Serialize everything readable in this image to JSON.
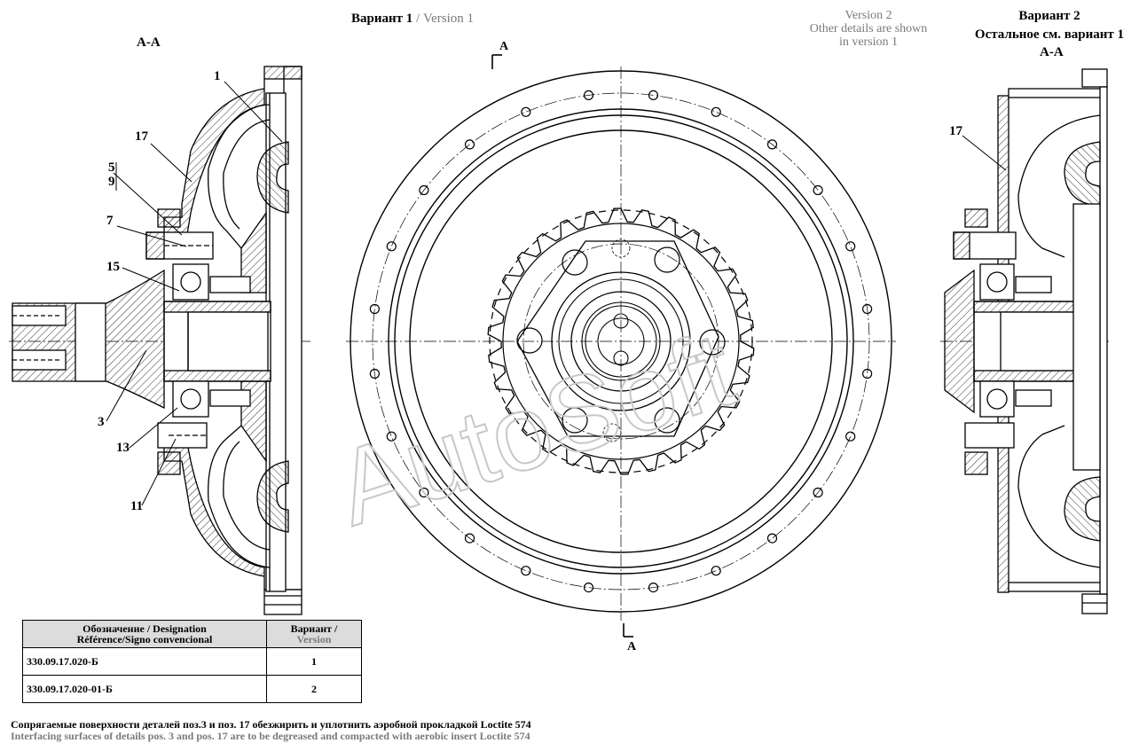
{
  "header": {
    "variant1_ru": "Вариант 1",
    "variant1_sep": " / ",
    "variant1_en": "Version 1",
    "variant2_en_lines": [
      "Version 2",
      "Other details are shown",
      "in version 1"
    ],
    "variant2_ru_line1": "Вариант 2",
    "variant2_ru_line2": "Остальное см. вариант 1"
  },
  "section_labels": {
    "left": "А-А",
    "right": "А-А",
    "cut_top": "А",
    "cut_bottom": "А"
  },
  "callouts": {
    "c1": "1",
    "c17": "17",
    "c5": "5",
    "c9": "9",
    "c7": "7",
    "c15": "15",
    "c3": "3",
    "c13": "13",
    "c11": "11",
    "c17_right": "17"
  },
  "watermark": "AutoSoft",
  "spec_table": {
    "header_col1_line1": "Обозначение / Designation",
    "header_col1_line2": "Référence/Signo convencional",
    "header_col2_ru": "Вариант /",
    "header_col2_en": "Version",
    "rows": [
      {
        "code": "330.09.17.020-Б",
        "variant": "1"
      },
      {
        "code": "330.09.17.020-01-Б",
        "variant": "2"
      }
    ]
  },
  "notes": {
    "ru": "Сопрягаемые поверхности деталей поз.3 и поз. 17 обезжирить и уплотнить аэробной прокладкой Loctite 574",
    "en": "Interfacing surfaces of details pos. 3 and pos. 17 are to be degreased and compacted with aerobic insert Loctite 574"
  },
  "colors": {
    "line": "#000000",
    "grey_text": "#7a7a7a",
    "table_header_bg": "#dcdcdc",
    "watermark": "#c8c8c8"
  }
}
